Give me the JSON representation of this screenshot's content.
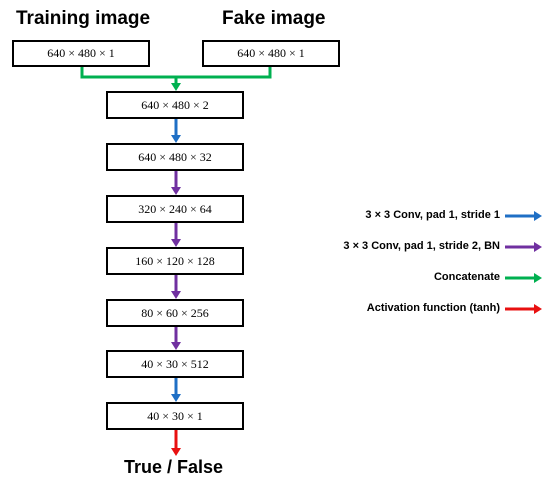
{
  "inputs": {
    "training_label": "Training image",
    "fake_label": "Fake image",
    "training_box": "640 × 480 × 1",
    "fake_box": "640 × 480 × 1"
  },
  "layers": [
    "640 × 480 × 2",
    "640 × 480 × 32",
    "320 × 240 × 64",
    "160 × 120 × 128",
    "80 × 60 × 256",
    "40 × 30 × 512",
    "40 × 30 × 1"
  ],
  "arrow_types": [
    "blue",
    "purple",
    "purple",
    "purple",
    "purple",
    "blue",
    "red"
  ],
  "output": "True / False",
  "legend": [
    {
      "label": "3 × 3 Conv, pad 1, stride 1",
      "color": "#1f6fc5"
    },
    {
      "label": "3 × 3 Conv, pad 1, stride 2, BN",
      "color": "#7030a0"
    },
    {
      "label": "Concatenate",
      "color": "#00b050"
    },
    {
      "label": "Activation function (tanh)",
      "color": "#e81010"
    }
  ],
  "colors": {
    "blue": "#1f6fc5",
    "purple": "#7030a0",
    "green": "#00b050",
    "red": "#e81010"
  }
}
